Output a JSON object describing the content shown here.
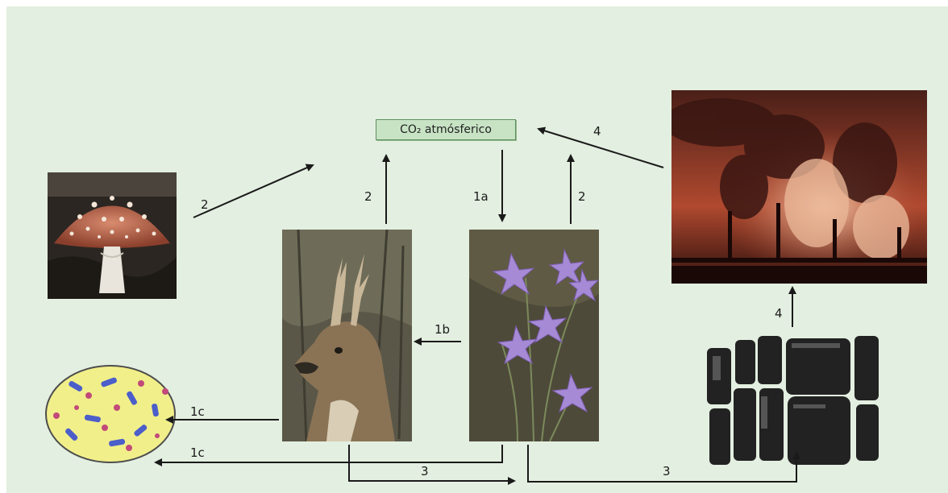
{
  "diagram": {
    "co2_label": "CO₂ atmósferico",
    "labels": {
      "mushroom_to_co2": "2",
      "deer_to_co2": "2",
      "co2_to_flower": "1a",
      "flower_to_co2": "2",
      "factory_to_co2": "4",
      "flower_to_deer": "1b",
      "deer_to_bacteria": "1c",
      "flower_to_bacteria": "1c",
      "deer_flower_burial": "3",
      "flower_to_coal": "3",
      "coal_to_factory": "4"
    },
    "colors": {
      "background": "#e3efe0",
      "co2_box": "#c7e3c4",
      "arrow": "#1a1a1a"
    },
    "images": [
      "mushroom",
      "deer",
      "bellflower",
      "factory-smoke",
      "bacteria-cell",
      "coal-lumps"
    ]
  }
}
